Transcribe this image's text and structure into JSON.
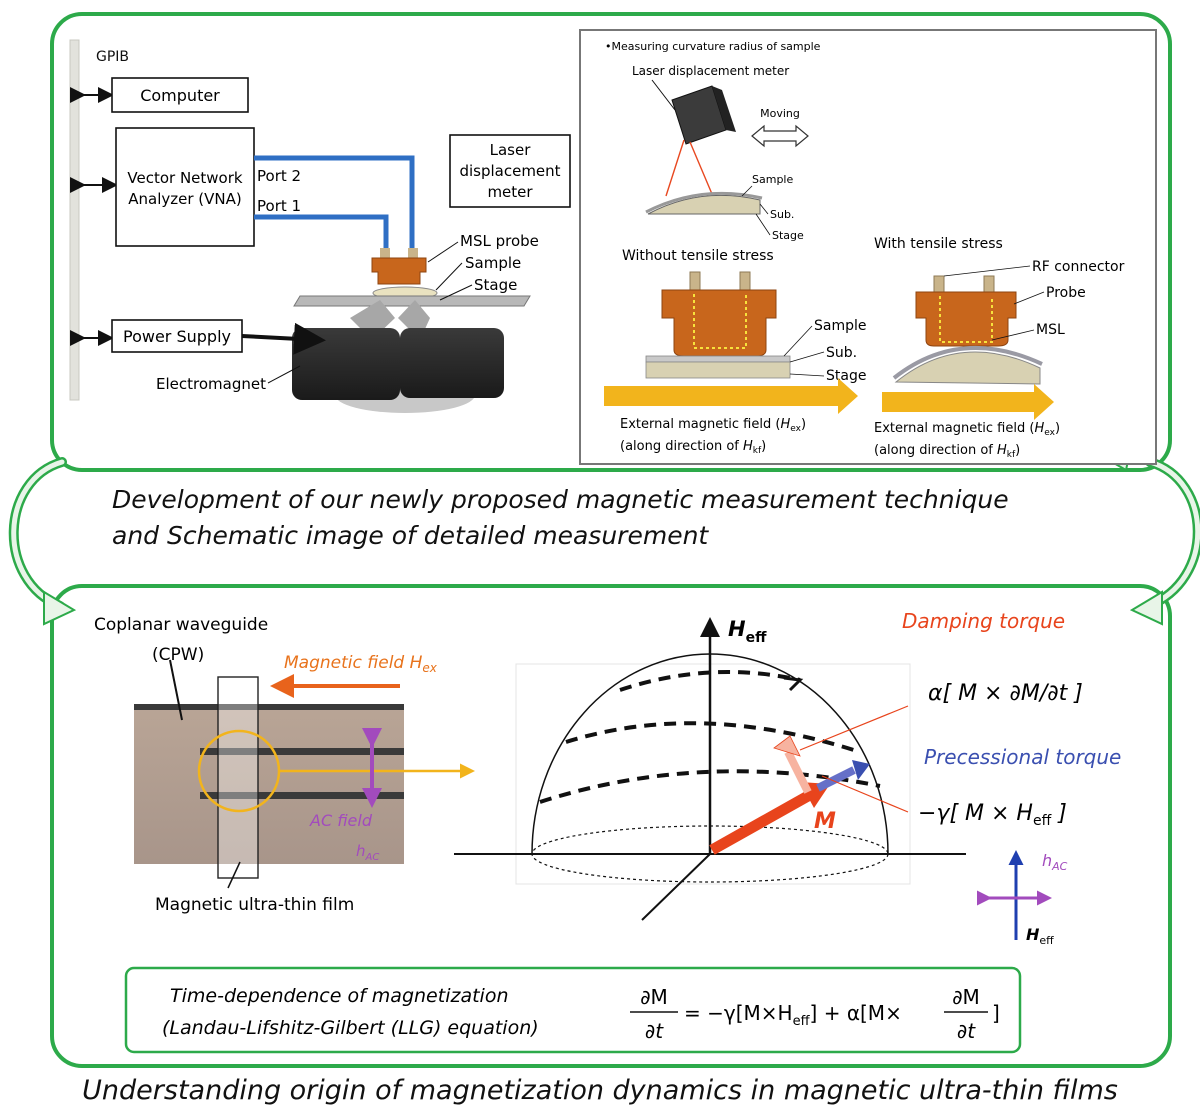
{
  "setup": {
    "gpib": "GPIB",
    "computer": "Computer",
    "vna": [
      "Vector Network",
      "Analyzer (VNA)"
    ],
    "port2": "Port 2",
    "port1": "Port 1",
    "laser_box": [
      "Laser",
      "displacement",
      "meter"
    ],
    "msl_probe": "MSL probe",
    "sample": "Sample",
    "stage": "Stage",
    "power_supply": "Power Supply",
    "electromagnet": "Electromagnet"
  },
  "inset": {
    "title": "•Measuring curvature radius of sample",
    "laser": "Laser displacement meter",
    "moving": "Moving",
    "sample": "Sample",
    "sub": "Sub.",
    "stage": "Stage",
    "without": "Without tensile stress",
    "with": "With tensile stress",
    "rf_connector": "RF connector",
    "probe": "Probe",
    "msl": "MSL",
    "ext_field": "External magnetic field (",
    "h_ex": "H",
    "h_ex_sub": "ex",
    "close_paren": ")",
    "along": "(along direction of ",
    "h_kf": "H",
    "h_kf_sub": "kf"
  },
  "captions": {
    "middle_line1": "Development of our newly proposed magnetic measurement technique",
    "middle_line2": "and Schematic image of detailed measurement",
    "bottom": "Understanding origin of magnetization dynamics in magnetic ultra-thin films"
  },
  "cpw": {
    "title1": "Coplanar waveguide",
    "title2": "(CPW)",
    "magnetic_field": "Magnetic field H",
    "magnetic_field_sub": "ex",
    "ac_field": "AC field",
    "h_ac": "h",
    "h_ac_sub": "AC",
    "film": "Magnetic ultra-thin film"
  },
  "precession": {
    "h_eff": "H",
    "h_eff_sub": "eff",
    "m": "M",
    "damping": "Damping torque",
    "precessional": "Precessional torque",
    "damping_eq": "α[ M × ∂M/∂t ]",
    "precession_eq": "−γ[ M × H",
    "precession_eq_sub": "eff",
    "precession_eq_end": " ]",
    "legend_hac": "h",
    "legend_hac_sub": "AC",
    "legend_heff": "H",
    "legend_heff_sub": "eff"
  },
  "llg": {
    "line1": "Time-dependence of magnetization",
    "line2": "(Landau-Lifshitz-Gilbert (LLG) equation)",
    "dM": "∂M",
    "dt": "∂t",
    "rhs_part1": "= −γ[M×H",
    "rhs_sub": "eff",
    "rhs_part2": "] + α[M×",
    "rhs_end": "]"
  },
  "colors": {
    "frame_green": "#2daa4a",
    "cable_blue": "#2f6fc4",
    "probe_orange": "#c8661c",
    "field_yellow": "#f2b41c",
    "damping_red": "#e8441c",
    "precess_blue": "#3a4fb0",
    "ac_purple": "#a24bbd"
  }
}
